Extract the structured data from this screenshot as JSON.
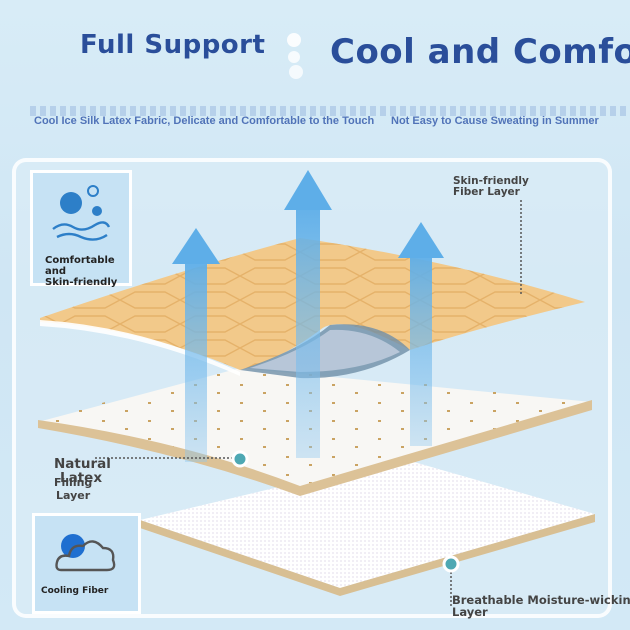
{
  "header": {
    "left_title": "Full Support",
    "right_title": "Cool and Comfo",
    "subtitle": "Cool Ice Silk Latex Fabric, Delicate and Comfortable to the Touch",
    "subtitle_overlap": "Not Easy to Cause Sweating in Summer"
  },
  "badges": {
    "top": {
      "icon": "water-bubbles-hand-icon",
      "label_line1": "Comfortable and",
      "label_line2": "Skin-friendly"
    },
    "bottom": {
      "icon": "cloud-icon",
      "label": "Cooling Fiber"
    }
  },
  "layers": {
    "top": {
      "label_line1": "Skin-friendly",
      "label_line2": "Fiber Layer"
    },
    "middle": {
      "label_line1": "Natural",
      "label_line2": "Latex",
      "label_line3": "Filling",
      "label_line4": "Layer"
    },
    "bottom": {
      "label_line1": "Breathable Moisture-wicking",
      "label_line2": "Layer"
    }
  },
  "colors": {
    "headline": "#2a4e9a",
    "fabric_top": "#f2c98a",
    "arrow": "#7ab9e6",
    "marker": "#4ea8b3"
  }
}
